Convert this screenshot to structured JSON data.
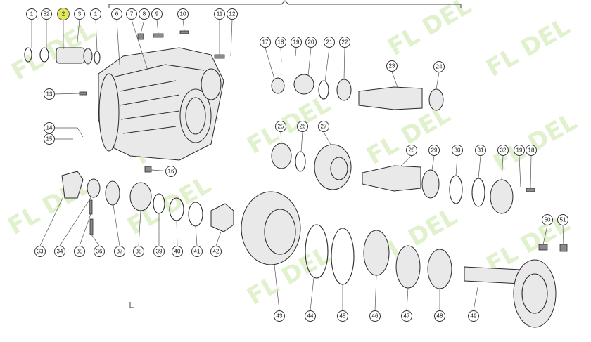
{
  "diagram": {
    "watermark_text": "FL DEL",
    "callouts": [
      {
        "id": "c1a",
        "label": "1"
      },
      {
        "id": "c52",
        "label": "52"
      },
      {
        "id": "c2",
        "label": "2",
        "highlight": true
      },
      {
        "id": "c3",
        "label": "3"
      },
      {
        "id": "c1b",
        "label": "1"
      },
      {
        "id": "c6",
        "label": "6"
      },
      {
        "id": "c7",
        "label": "7"
      },
      {
        "id": "c8",
        "label": "8"
      },
      {
        "id": "c9",
        "label": "9"
      },
      {
        "id": "c10",
        "label": "10"
      },
      {
        "id": "c11",
        "label": "11"
      },
      {
        "id": "c12",
        "label": "12"
      },
      {
        "id": "c17",
        "label": "17"
      },
      {
        "id": "c18a",
        "label": "18"
      },
      {
        "id": "c19a",
        "label": "19"
      },
      {
        "id": "c20",
        "label": "20"
      },
      {
        "id": "c21",
        "label": "21"
      },
      {
        "id": "c22",
        "label": "22"
      },
      {
        "id": "c23",
        "label": "23"
      },
      {
        "id": "c24",
        "label": "24"
      },
      {
        "id": "c13",
        "label": "13"
      },
      {
        "id": "c14",
        "label": "14"
      },
      {
        "id": "c15",
        "label": "15"
      },
      {
        "id": "c16",
        "label": "16"
      },
      {
        "id": "c25",
        "label": "25"
      },
      {
        "id": "c26",
        "label": "26"
      },
      {
        "id": "c27",
        "label": "27"
      },
      {
        "id": "c28",
        "label": "28"
      },
      {
        "id": "c29",
        "label": "29"
      },
      {
        "id": "c30",
        "label": "30"
      },
      {
        "id": "c31",
        "label": "31"
      },
      {
        "id": "c32",
        "label": "32"
      },
      {
        "id": "c19b",
        "label": "19"
      },
      {
        "id": "c18b",
        "label": "18"
      },
      {
        "id": "c50",
        "label": "50"
      },
      {
        "id": "c51",
        "label": "51"
      },
      {
        "id": "c33",
        "label": "33"
      },
      {
        "id": "c34",
        "label": "34"
      },
      {
        "id": "c35",
        "label": "35"
      },
      {
        "id": "c36",
        "label": "36"
      },
      {
        "id": "c37",
        "label": "37"
      },
      {
        "id": "c38",
        "label": "38"
      },
      {
        "id": "c39",
        "label": "39"
      },
      {
        "id": "c40",
        "label": "40"
      },
      {
        "id": "c41",
        "label": "41"
      },
      {
        "id": "c42",
        "label": "42"
      },
      {
        "id": "c43",
        "label": "43"
      },
      {
        "id": "c44",
        "label": "44"
      },
      {
        "id": "c45",
        "label": "45"
      },
      {
        "id": "c46",
        "label": "46"
      },
      {
        "id": "c47",
        "label": "47"
      },
      {
        "id": "c48",
        "label": "48"
      },
      {
        "id": "c49",
        "label": "49"
      }
    ]
  }
}
